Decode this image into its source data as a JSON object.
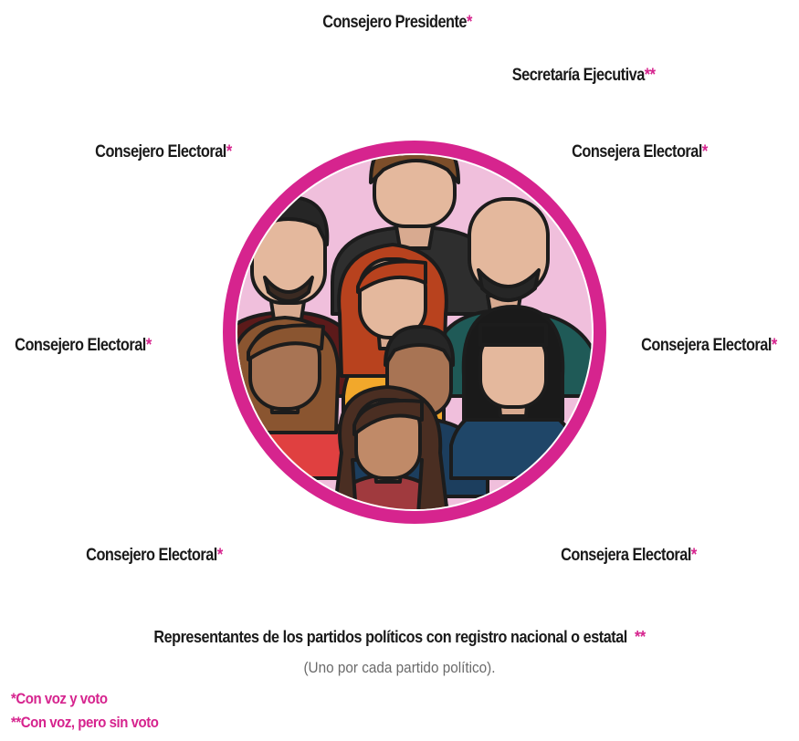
{
  "labels": {
    "presidente": "Consejero Presidente",
    "secretaria": "Secretaría Ejecutiva",
    "top_left": "Consejero Electoral",
    "top_right": "Consejera Electoral",
    "mid_left": "Consejero Electoral",
    "mid_right": "Consejera Electoral",
    "bottom_left": "Consejero Electoral",
    "bottom_right": "Consejera Electoral"
  },
  "marks": {
    "single": "*",
    "double": "**"
  },
  "representatives": {
    "text": "Representantes de los partidos políticos con registro nacional o estatal",
    "note": "(Uno por cada partido político)."
  },
  "legend": {
    "single": "*Con voz y voto",
    "double": "**Con voz, pero sin voto"
  },
  "colors": {
    "ring": "#d6248e",
    "circle_fill": "#f0bfdc",
    "accent_text": "#d6248e"
  }
}
